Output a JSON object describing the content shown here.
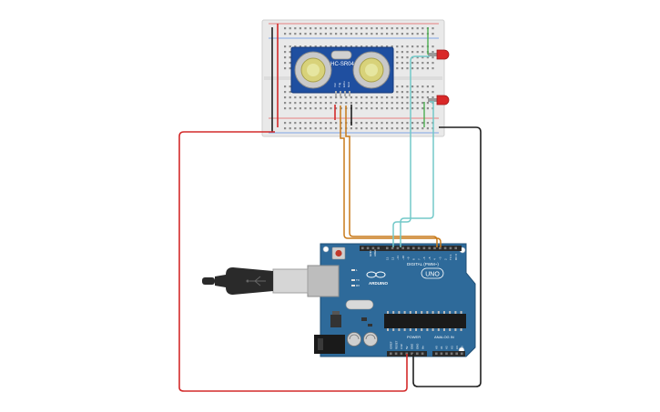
{
  "sensor": {
    "model": "HC-SR04",
    "pins": [
      "Vcc",
      "Trig",
      "Echo",
      "Gnd"
    ]
  },
  "arduino": {
    "brand": "ARDUINO",
    "model": "UNO",
    "digital_label": "DIGITAL (PWM~)",
    "power_label": "POWER",
    "analog_label": "ANALOG IN",
    "aref": "AREF",
    "gnd": "GND",
    "tx": "TX",
    "rx": "RX",
    "led_l": "L",
    "pin_numbers": [
      "13",
      "12",
      "~11",
      "~10",
      "~9",
      "8",
      "7",
      "~6",
      "~5",
      "4",
      "~3",
      "2",
      "TX 1",
      "RX 0"
    ],
    "power_pins": [
      "IOREF",
      "RESET",
      "3.3V",
      "5V",
      "GND",
      "GND",
      "Vin"
    ],
    "analog_pins": [
      "A0",
      "A1",
      "A2",
      "A3",
      "A4",
      "A5"
    ]
  },
  "colors": {
    "board": "#2e6a9a",
    "breadboard": "#e9e9e9",
    "wire_power": "#d32a2a",
    "wire_ground": "#1f1f1f",
    "wire_trig": "#c87a1a",
    "wire_led": "#73c9c9",
    "wire_led_gnd": "#4caf50",
    "sensor_pcb": "#1f4fa0",
    "led": "#d92828"
  }
}
